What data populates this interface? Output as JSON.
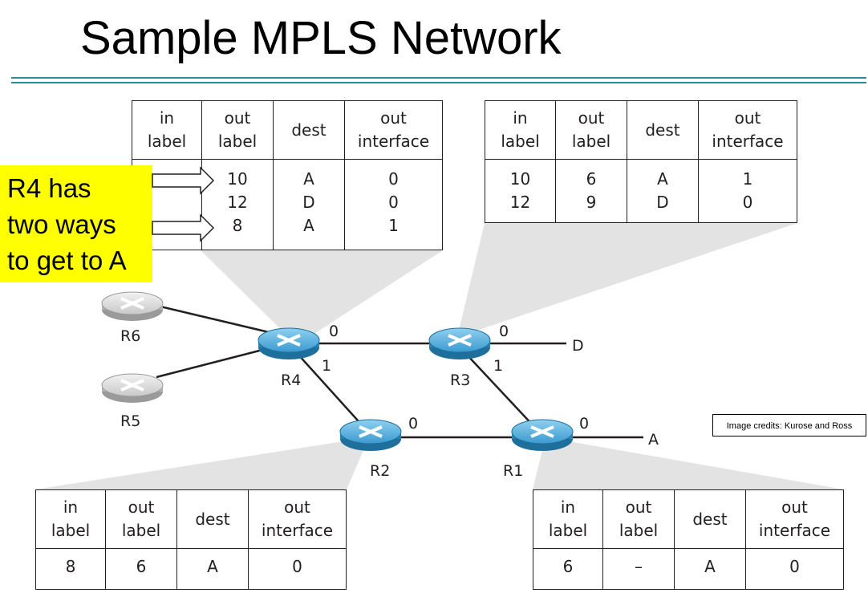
{
  "title": "Sample MPLS Network",
  "column_headers": {
    "in_label": [
      "in",
      "label"
    ],
    "out_label": [
      "out",
      "label"
    ],
    "dest": "dest",
    "out_interface": [
      "out",
      "interface"
    ]
  },
  "tables": {
    "r4": {
      "in": [
        "",
        "",
        ""
      ],
      "out": [
        "10",
        "12",
        "8"
      ],
      "dest": [
        "A",
        "D",
        "A"
      ],
      "iface": [
        "0",
        "0",
        "1"
      ]
    },
    "r3": {
      "in": [
        "10",
        "12"
      ],
      "out": [
        "6",
        "9"
      ],
      "dest": [
        "A",
        "D"
      ],
      "iface": [
        "1",
        "0"
      ]
    },
    "r2": {
      "in": [
        "8"
      ],
      "out": [
        "6"
      ],
      "dest": [
        "A"
      ],
      "iface": [
        "0"
      ]
    },
    "r1": {
      "in": [
        "6"
      ],
      "out": [
        "–"
      ],
      "dest": [
        "A"
      ],
      "iface": [
        "0"
      ]
    }
  },
  "callout": [
    "R4 has",
    "two ways",
    "to get to A"
  ],
  "credits": "Image credits: Kurose and Ross",
  "routers": {
    "r1": "R1",
    "r2": "R2",
    "r3": "R3",
    "r4": "R4",
    "r5": "R5",
    "r6": "R6"
  },
  "destinations": {
    "a": "A",
    "d": "D"
  },
  "interfaces": {
    "r4_0": "0",
    "r4_1": "1",
    "r3_0": "0",
    "r3_1": "1",
    "r2_0": "0",
    "r1_0": "0"
  },
  "colors": {
    "rule": "#2a8c9c",
    "callout": "#ffff00",
    "router_blue": "#3a9ad0",
    "router_gray": "#c8c8c8",
    "shadow": "#d9d9d9"
  }
}
